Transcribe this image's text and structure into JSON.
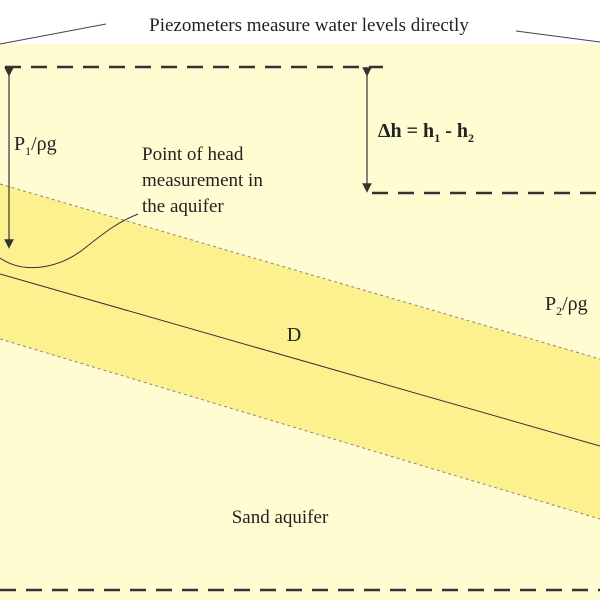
{
  "title": "Piezometers measure water levels directly",
  "labels": {
    "p1": "P",
    "p1_sub": "1",
    "p1_tail": "/ρg",
    "p2": "P",
    "p2_sub": "2",
    "p2_tail": "/ρg",
    "delta_h": "Δh = h",
    "delta_h_sub1": "1",
    "delta_h_mid": " - h",
    "delta_h_sub2": "2",
    "point_line1": "Point of head",
    "point_line2": "measurement in",
    "point_line3": "the aquifer",
    "d_label": "D",
    "sand": "Sand aquifer"
  },
  "colors": {
    "background": "#fffcd2",
    "aquifer_band": "#fdf08f",
    "line": "#333333",
    "dash": "#555555",
    "text": "#222222"
  }
}
